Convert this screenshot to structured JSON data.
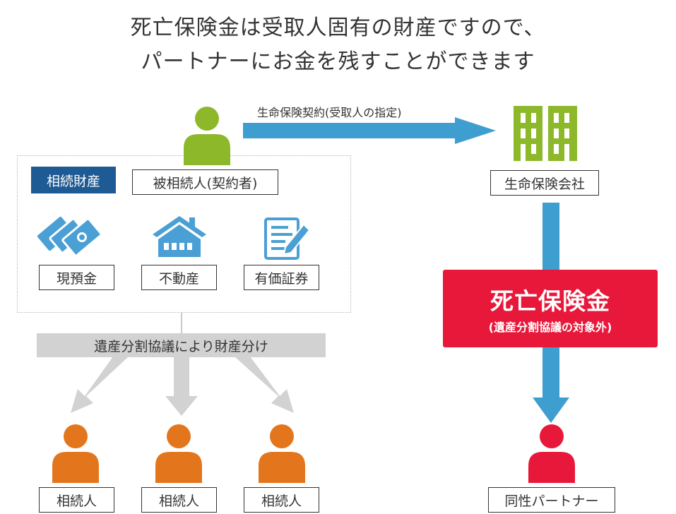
{
  "title": {
    "line1": "死亡保険金は受取人固有の財産ですので、",
    "line2": "パートナーにお金を残すことができます"
  },
  "contract_label": "生命保険契約(受取人の指定)",
  "estate": {
    "badge": "相続財産",
    "insured": "被相続人(契約者)",
    "assets": [
      "現預金",
      "不動産",
      "有価証券"
    ]
  },
  "insurer": "生命保険会社",
  "split_bar": "遺産分割協議により財産分け",
  "heirs": [
    "相続人",
    "相続人",
    "相続人"
  ],
  "payout": {
    "title": "死亡保険金",
    "note": "(遺産分割協議の対象外)"
  },
  "partner": "同性パートナー",
  "colors": {
    "person_green": "#8db829",
    "person_orange": "#e3761c",
    "person_red": "#e8183a",
    "arrow_blue": "#3f9ed0",
    "building_green": "#8db829",
    "asset_blue": "#4a9fd4",
    "badge_navy": "#1e5a93",
    "gray": "#d2d2d2"
  },
  "icons": [
    "person-icon",
    "building-icon",
    "cash-icon",
    "house-icon",
    "document-icon"
  ]
}
